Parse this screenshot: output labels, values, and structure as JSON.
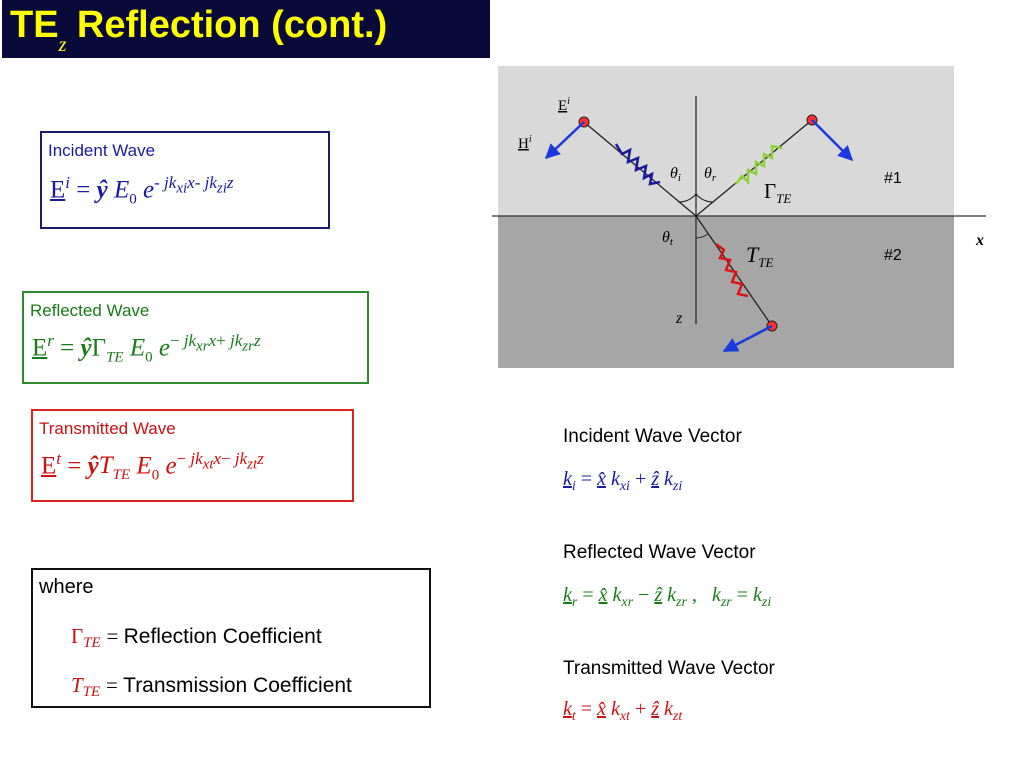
{
  "title": {
    "main": "TE",
    "sub": "z",
    "rest": " Reflection (cont.)"
  },
  "incident": {
    "label": "Incident Wave"
  },
  "reflected": {
    "label": "Reflected Wave"
  },
  "transmitted": {
    "label": "Transmitted Wave"
  },
  "where": {
    "label": "where",
    "gamma_text": "Reflection Coefficient",
    "t_text": "Transmission Coefficient"
  },
  "vectors": {
    "incident_title": "Incident Wave Vector",
    "reflected_title": "Reflected Wave Vector",
    "transmitted_title": "Transmitted  Wave Vector"
  },
  "diagram": {
    "e_label": "E",
    "e_sup": "i",
    "h_label": "H",
    "h_sup": "i",
    "theta_i": "i",
    "theta_r": "r",
    "theta_t": "t",
    "gamma": "Γ",
    "gamma_sub": "TE",
    "t_sym": "T",
    "t_sub": "TE",
    "region1": "#1",
    "region2": "#2",
    "x_axis": "x",
    "z_axis": "z"
  },
  "colors": {
    "title_bg": "#0a0a3a",
    "title_fg": "#ffff00",
    "incident": "#1a1aa0",
    "reflected": "#1a7a1a",
    "transmitted": "#cc1111",
    "region1": "#d9d9d9",
    "region2": "#a6a6a6"
  }
}
